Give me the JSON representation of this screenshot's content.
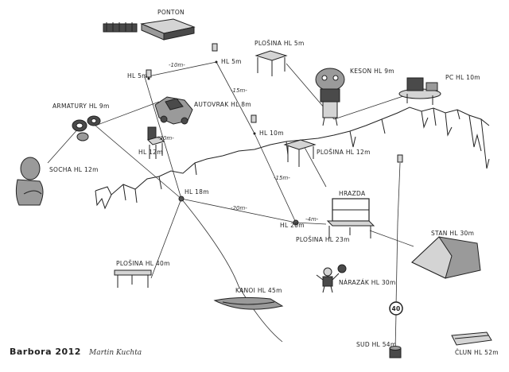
{
  "labels": {
    "ponton": "PONTON",
    "plosina_5": "PLOŠINA HL 5m",
    "hl5_left": "HL 5m",
    "hl5_right": "HL 5m",
    "keson": "KESON HL 9m",
    "pc": "PC HL 10m",
    "armatury": "ARMATURY HL 9m",
    "autovrak": "AUTOVRAK HL 8m",
    "hl12": "HL 12m",
    "hl10": "HL 10m",
    "plosina_12": "PLOŠINA HL 12m",
    "socha": "SOCHA HL 12m",
    "hl18": "HL 18m",
    "hrazda": "HRAZDA",
    "hl20": "HL 20m",
    "plosina_23": "PLOŠINA HL 23m",
    "stan": "STAN HL 30m",
    "plosina_40": "PLOŠINA HL 40m",
    "kanoi": "KANOI HL 45m",
    "narazak": "NÁRAZÁK HL 30m",
    "sud": "SUD HL 54m",
    "clun": "ČLUN HL 52m"
  },
  "distances": {
    "d10": "-10m-",
    "d15a": "-15m-",
    "d30": "-30m-",
    "d15b": "-15m-",
    "d20": "-20m-",
    "d4": "-4m-"
  },
  "sign_number": "40",
  "footer": {
    "title": "Barbora 2012",
    "author": "Martin Kuchta"
  }
}
